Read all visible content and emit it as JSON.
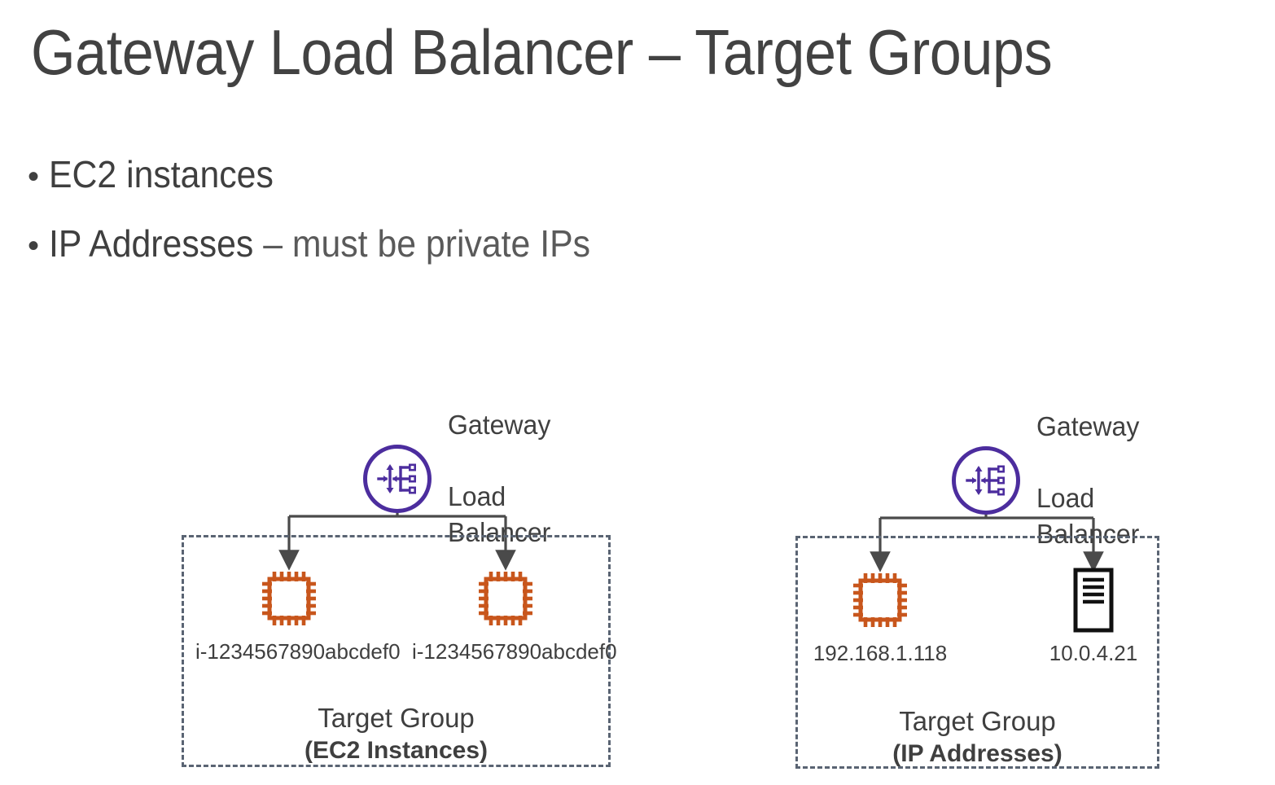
{
  "slide": {
    "title": "Gateway Load Balancer – Target Groups",
    "bullets": [
      {
        "marker": "•",
        "text": "EC2 instances",
        "emphasis": "",
        "rest": ""
      },
      {
        "marker": "•",
        "text": "",
        "emphasis": "IP Addresses",
        "rest": " – must be private IPs"
      }
    ]
  },
  "colors": {
    "title_gray": "#424242",
    "body_gray": "#3f3f3f",
    "gwlb_purple": "#4c2d9e",
    "ec2_orange": "#c8561c",
    "dashed_border": "#5a6473",
    "connector_gray": "#4a4a4a",
    "server_black": "#111111",
    "background": "#ffffff"
  },
  "diagram": {
    "groups": [
      {
        "id": "ec2-target-group",
        "gwlb": {
          "icon": "gateway-load-balancer-icon",
          "label_line1": "Gateway",
          "label_line2": "Load Balancer"
        },
        "box_caption_line1": "Target Group",
        "box_caption_line2": "(EC2 Instances)",
        "targets": [
          {
            "icon": "ec2-instance-icon",
            "label": "i-1234567890abcdef0"
          },
          {
            "icon": "ec2-instance-icon",
            "label": "i-1234567890abcdef0"
          }
        ]
      },
      {
        "id": "ip-target-group",
        "gwlb": {
          "icon": "gateway-load-balancer-icon",
          "label_line1": "Gateway",
          "label_line2": "Load Balancer"
        },
        "box_caption_line1": "Target Group",
        "box_caption_line2": "(IP Addresses)",
        "targets": [
          {
            "icon": "ec2-instance-icon",
            "label": "192.168.1.118"
          },
          {
            "icon": "server-icon",
            "label": "10.0.4.21"
          }
        ]
      }
    ]
  }
}
